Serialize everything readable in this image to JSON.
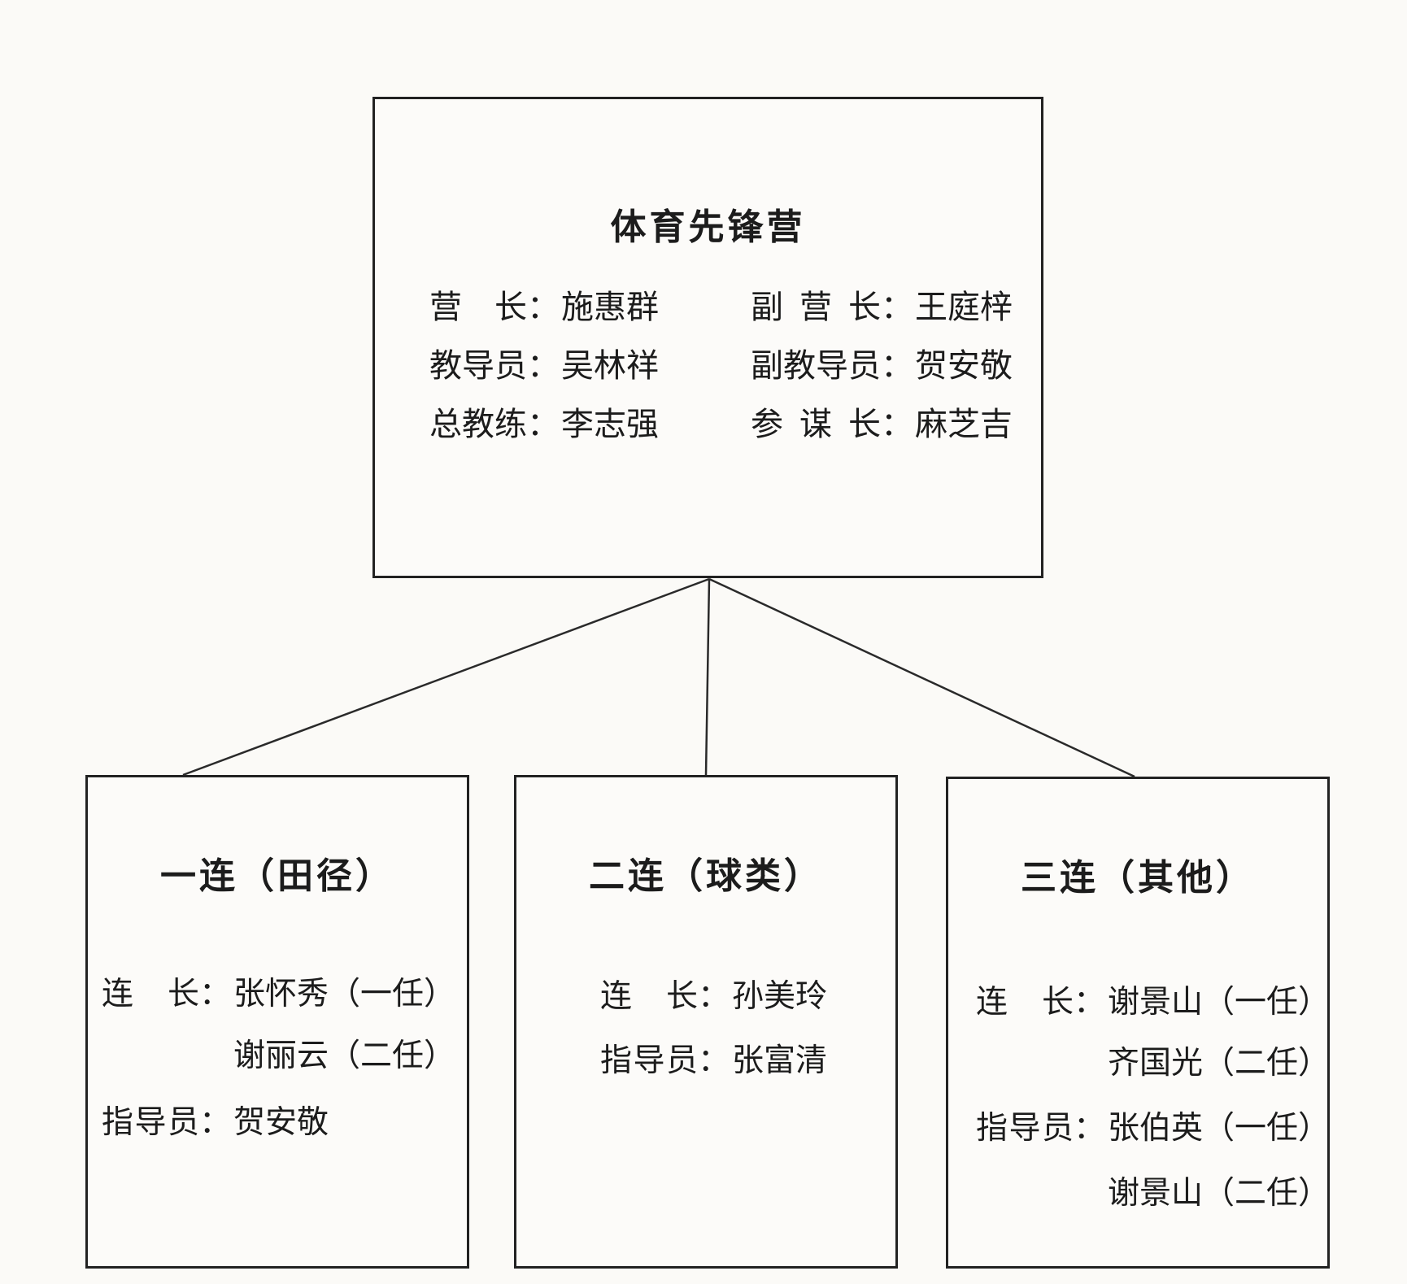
{
  "page": {
    "background": "#fbfaf7",
    "ink": "#222222"
  },
  "org_chart": {
    "root": {
      "title": "体育先锋营",
      "rows": [
        {
          "left_label": "营长",
          "left_name": "施惠群",
          "right_label": "副营长",
          "right_name": "王庭梓"
        },
        {
          "left_label": "教导员",
          "left_name": "吴林祥",
          "right_label": "副教导员",
          "right_name": "贺安敬"
        },
        {
          "left_label": "总教练",
          "left_name": "李志强",
          "right_label": "参谋长",
          "right_name": "麻芝吉"
        }
      ]
    },
    "units": [
      {
        "title": "一连（田径）",
        "lines": [
          {
            "label": "连长",
            "name": "张怀秀（一任）"
          },
          {
            "label": "",
            "name": "谢丽云（二任）"
          },
          {
            "label": "指导员",
            "name": "贺安敬"
          }
        ]
      },
      {
        "title": "二连（球类）",
        "lines": [
          {
            "label": "连长",
            "name": "孙美玲"
          },
          {
            "label": "指导员",
            "name": "张富清"
          }
        ]
      },
      {
        "title": "三连（其他）",
        "lines": [
          {
            "label": "连长",
            "name": "谢景山（一任）"
          },
          {
            "label": "",
            "name": "齐国光（二任）"
          },
          {
            "label": "指导员",
            "name": "张伯英（一任）"
          },
          {
            "label": "",
            "name": "谢景山（二任）"
          }
        ]
      }
    ],
    "punctuation": {
      "colon": "："
    }
  }
}
